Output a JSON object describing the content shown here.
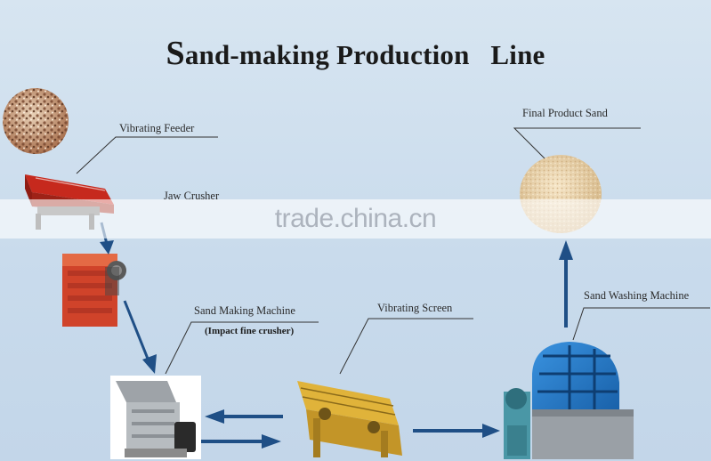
{
  "title": {
    "first_letter": "S",
    "rest": "and-making Production   Line"
  },
  "labels": {
    "vibrating_feeder": "Vibrating Feeder",
    "jaw_crusher": "Jaw  Crusher",
    "sand_making_machine": "Sand Making  Machine",
    "impact_fine_crusher": "(Impact fine crusher)",
    "vibrating_screen": "Vibrating Screen",
    "sand_washing_machine": "Sand Washing Machine",
    "final_product_sand": "Final Product Sand"
  },
  "watermark": "trade.china.cn",
  "colors": {
    "arrow": "#1f4f86",
    "feeder_red": "#c6291d",
    "crusher_red": "#d0432a",
    "screen_yellow": "#e0b33a",
    "washer_blue": "#1f72c2",
    "sand": "#e8d2aa"
  }
}
